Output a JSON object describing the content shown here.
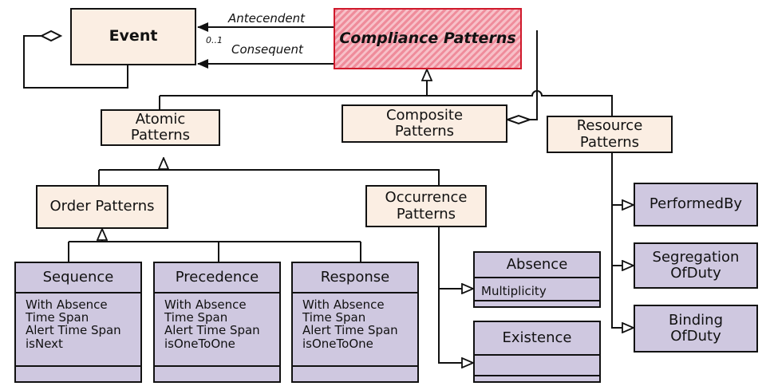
{
  "event": {
    "label": "Event"
  },
  "compliance": {
    "label": "Compliance Patterns"
  },
  "relations": {
    "antecedent": "Antecendent",
    "consequent": "Consequent",
    "multiplicity": "0..1"
  },
  "atomic": {
    "label": "Atomic\nPatterns"
  },
  "composite": {
    "label": "Composite\nPatterns"
  },
  "resource": {
    "label": "Resource\nPatterns"
  },
  "order": {
    "label": "Order Patterns"
  },
  "occurrence": {
    "label": "Occurrence\nPatterns"
  },
  "sequence": {
    "name": "Sequence",
    "attributes": [
      "With Absence",
      "Time Span",
      "Alert Time Span",
      "isNext"
    ]
  },
  "precedence": {
    "name": "Precedence",
    "attributes": [
      "With Absence",
      "Time Span",
      "Alert Time Span",
      "isOneToOne"
    ]
  },
  "response": {
    "name": "Response",
    "attributes": [
      "With Absence",
      "Time Span",
      "Alert Time Span",
      "isOneToOne"
    ]
  },
  "absence": {
    "name": "Absence",
    "attributes": [
      "Multiplicity"
    ]
  },
  "existence": {
    "name": "Existence",
    "attributes": []
  },
  "performed_by": {
    "label": "PerformedBy"
  },
  "segregation": {
    "label": "Segregation\nOfDuty"
  },
  "binding": {
    "label": "Binding\nOfDuty"
  },
  "colors": {
    "class_fill": "#fbeee3",
    "leaf_fill": "#cfc8e0",
    "hatch_border": "#d01a2c"
  }
}
